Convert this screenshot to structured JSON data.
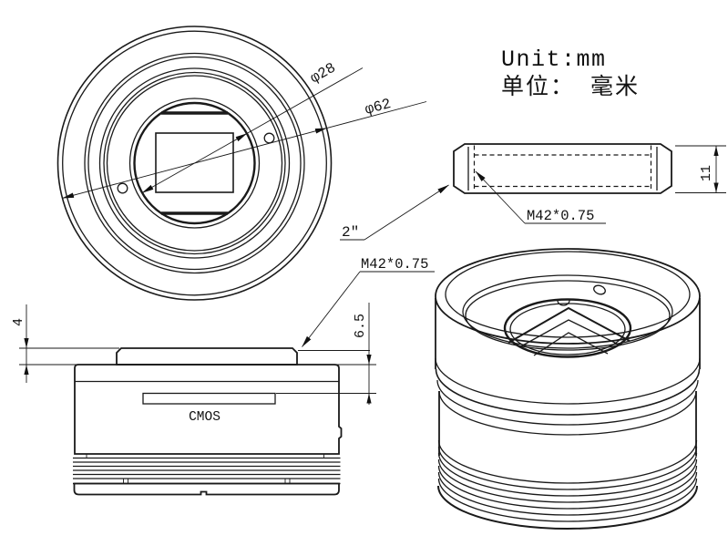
{
  "colors": {
    "line": "#1a1a1a",
    "background": "#ffffff"
  },
  "note": {
    "unit_en": "Unit:mm",
    "unit_zh": "单位： 毫米"
  },
  "front_view": {
    "dim_bore_diameter": "φ28",
    "dim_outer_diameter": "φ62"
  },
  "adapter_ring_view": {
    "nosepiece_size": "2″",
    "thread_spec": "M42*0.75",
    "dim_height": "11"
  },
  "camera_side_view": {
    "thread_spec": "M42*0.75",
    "dim_flange_thickness": "4",
    "dim_back_focus": "6.5",
    "sensor_label": "CMOS"
  }
}
